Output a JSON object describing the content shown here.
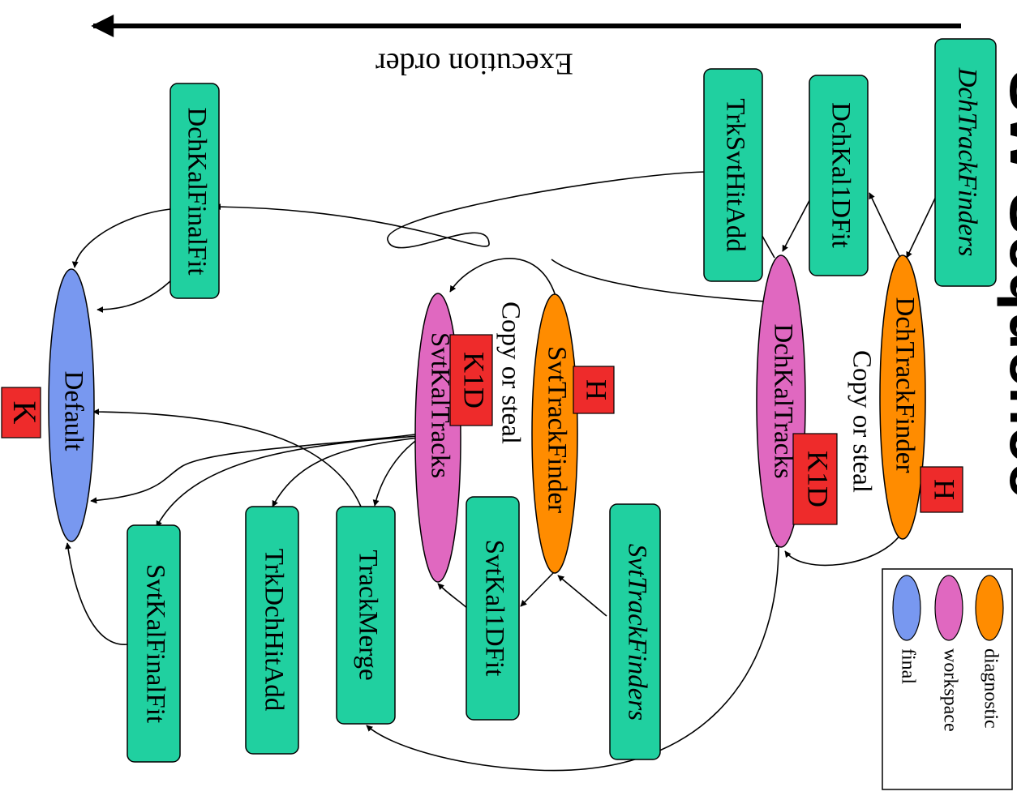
{
  "title": "SW Sequence",
  "execution_label": "Execution order",
  "modules": {
    "dch_track_finders": "DchTrackFinders",
    "dch_kal_1d_fit": "DchKal1DFit",
    "trk_svt_hit_add": "TrkSvtHitAdd",
    "dch_kal_final_fit": "DchKalFinalFit",
    "svt_track_finders": "SvtTrackFinders",
    "svt_kal_1d_fit": "SvtKal1DFit",
    "track_merge": "TrackMerge",
    "trk_dch_hit_add": "TrkDchHitAdd",
    "svt_kal_final_fit": "SvtKalFinalFit"
  },
  "lists": {
    "dch_track_finder": "DchTrackFinder",
    "dch_kal_tracks": "DchKalTracks",
    "svt_track_finder": "SvtTrackFinder",
    "svt_kal_tracks": "SvtKalTracks",
    "default": "Default"
  },
  "annotations": {
    "copy_or_steal_dch": "Copy or steal",
    "copy_or_steal_svt": "Copy or steal"
  },
  "tags": {
    "h_dch": "H",
    "k1d_dch": "K1D",
    "h_svt": "H",
    "k1d_svt": "K1D",
    "k_default": "K"
  },
  "legend": {
    "diagnostic": "diagnostic",
    "workspace": "workspace",
    "final": "final"
  },
  "colors": {
    "module": "#20d0a0",
    "diagnostic": "#ff8c00",
    "workspace": "#e068c0",
    "final": "#7898f0",
    "tag": "#ee2b2b"
  }
}
